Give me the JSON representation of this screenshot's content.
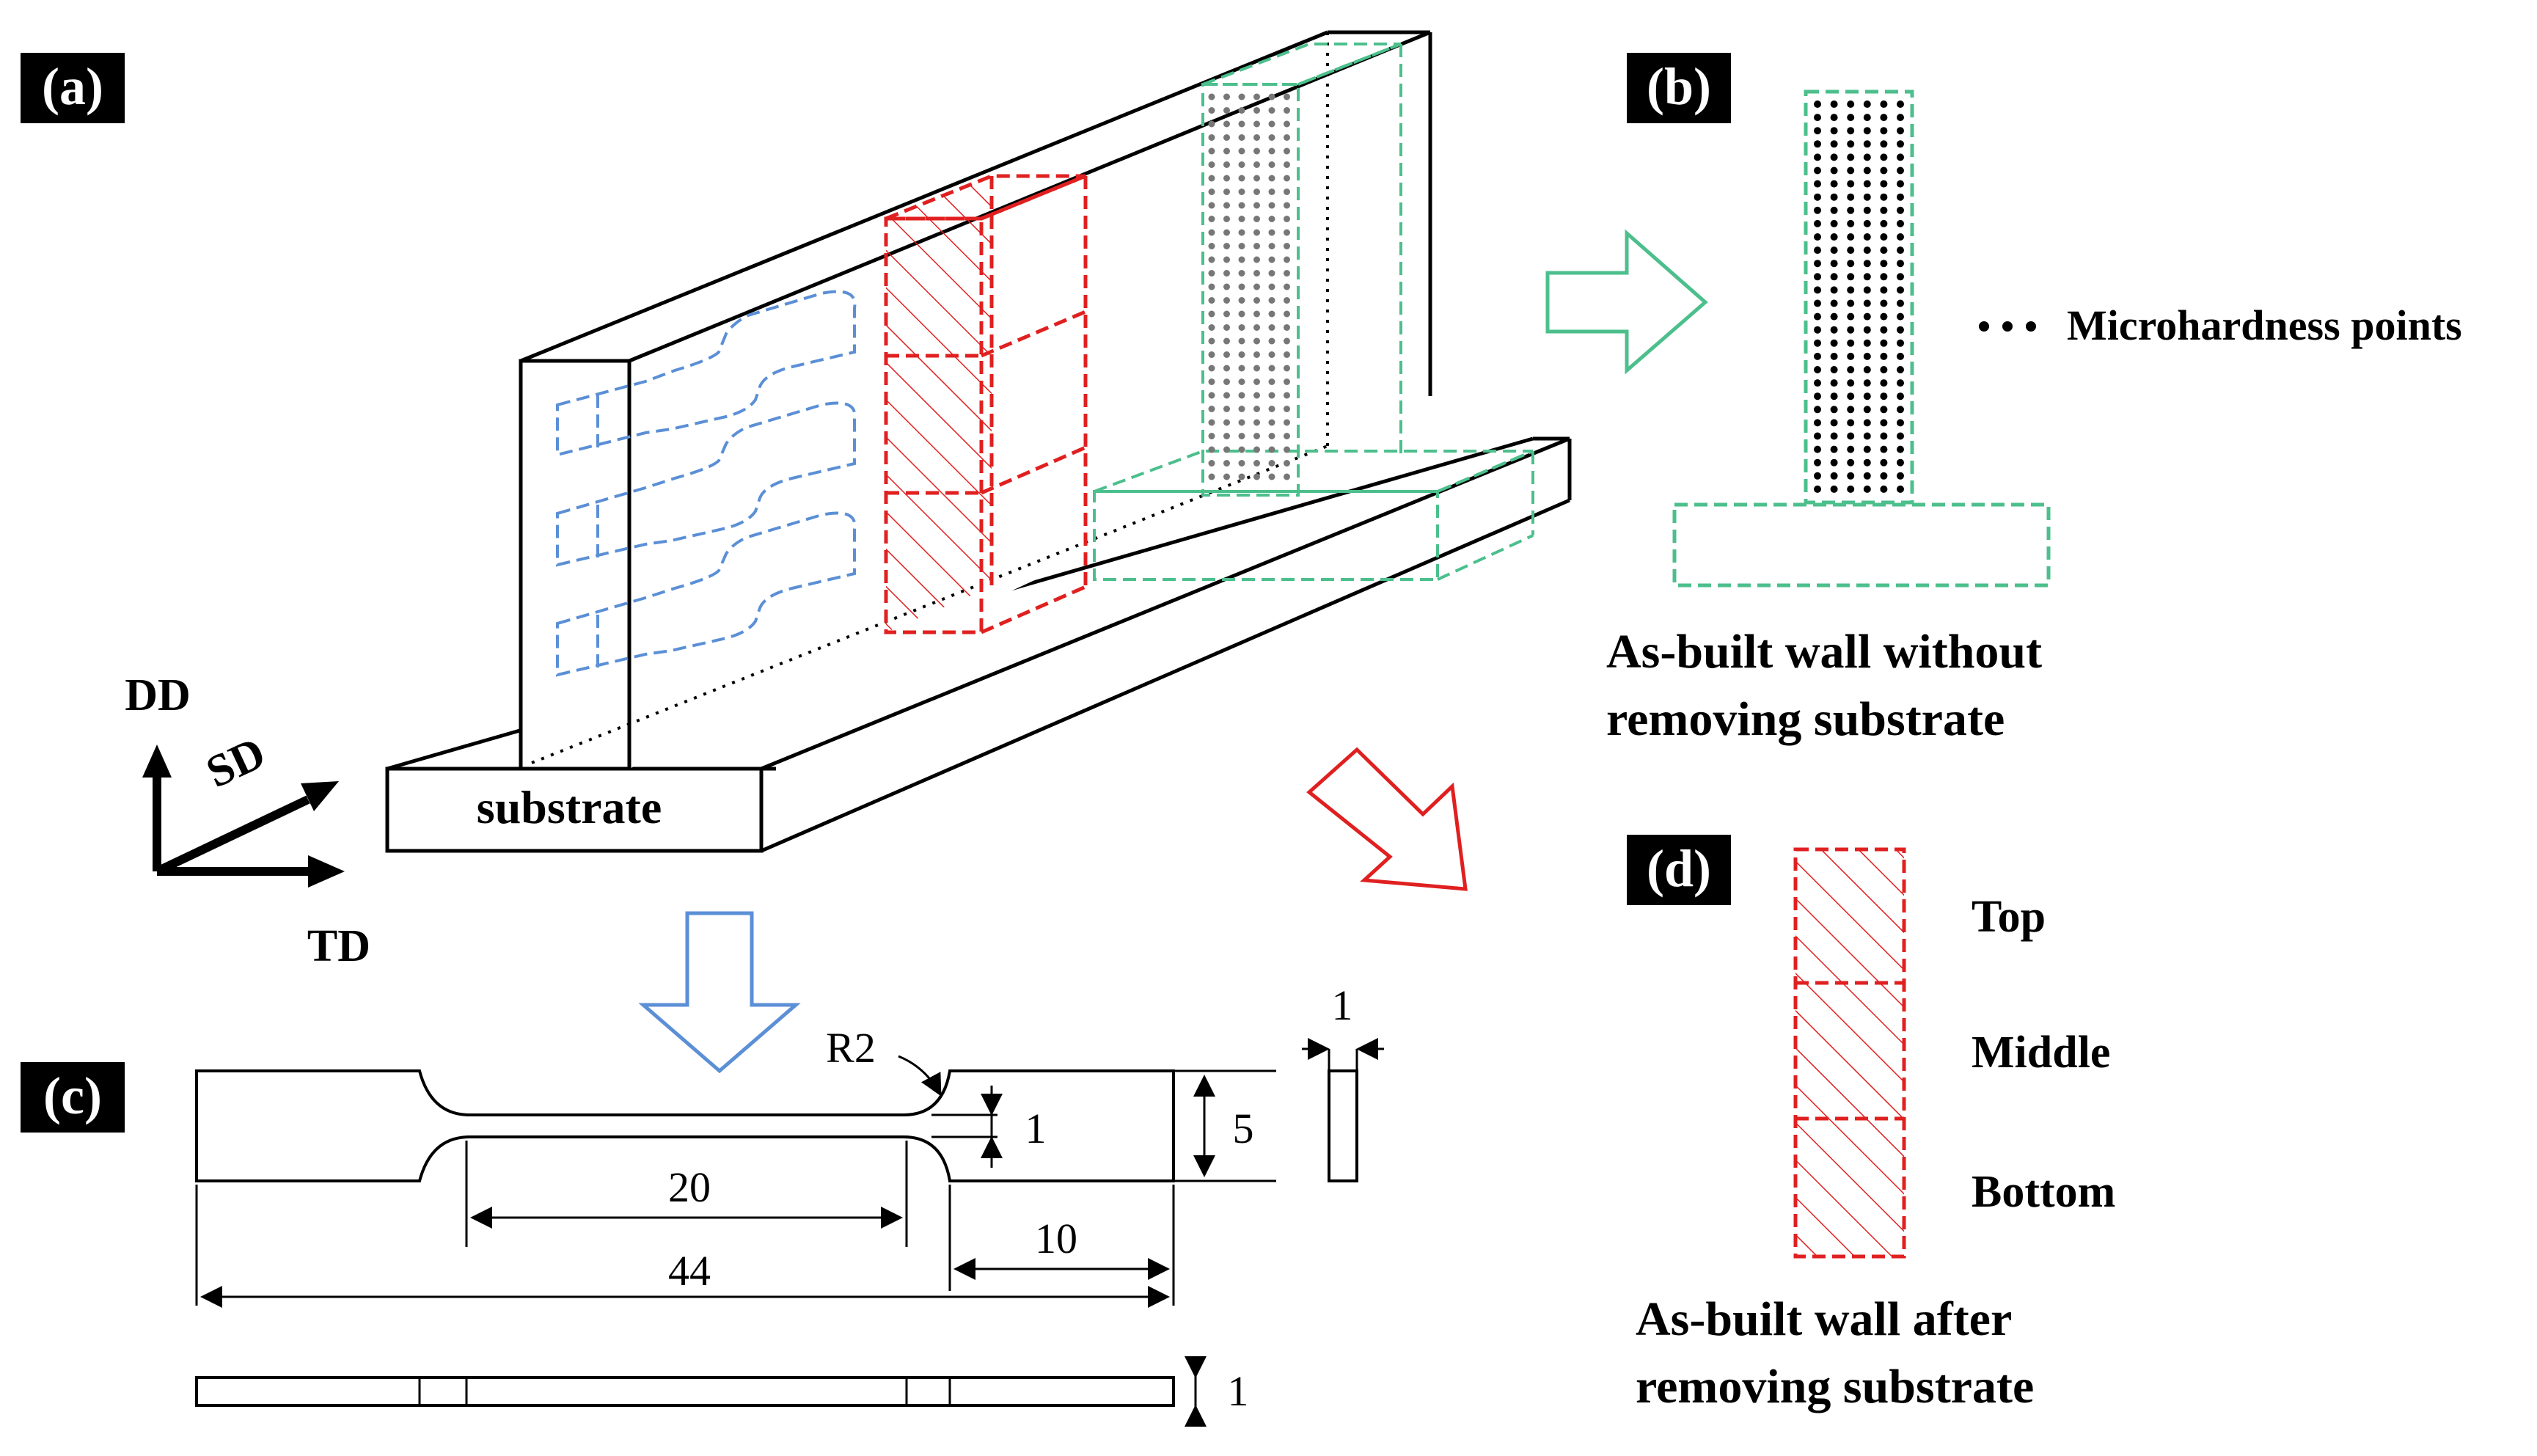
{
  "panels": {
    "a": {
      "tag": "(a)",
      "substrate_label": "substrate"
    },
    "b": {
      "tag": "(b)",
      "legend_label": "Microhardness points",
      "caption_line1": "As-built wall without",
      "caption_line2": "removing substrate"
    },
    "c": {
      "tag": "(c)",
      "dims": {
        "radius": "R2",
        "thickness_top": "1",
        "grip_height": "5",
        "gauge_length": "20",
        "grip_length": "10",
        "total_length": "44",
        "gauge_width": "1",
        "thickness_side": "1"
      }
    },
    "d": {
      "tag": "(d)",
      "zones": {
        "top": "Top",
        "middle": "Middle",
        "bottom": "Bottom"
      },
      "caption_line1": "As-built wall after",
      "caption_line2": "removing substrate"
    }
  },
  "axes": {
    "dd": "DD",
    "sd": "SD",
    "td": "TD"
  },
  "colors": {
    "blue": "#5b8fd6",
    "red": "#e02020",
    "green": "#4cbf8c",
    "black": "#000000"
  }
}
